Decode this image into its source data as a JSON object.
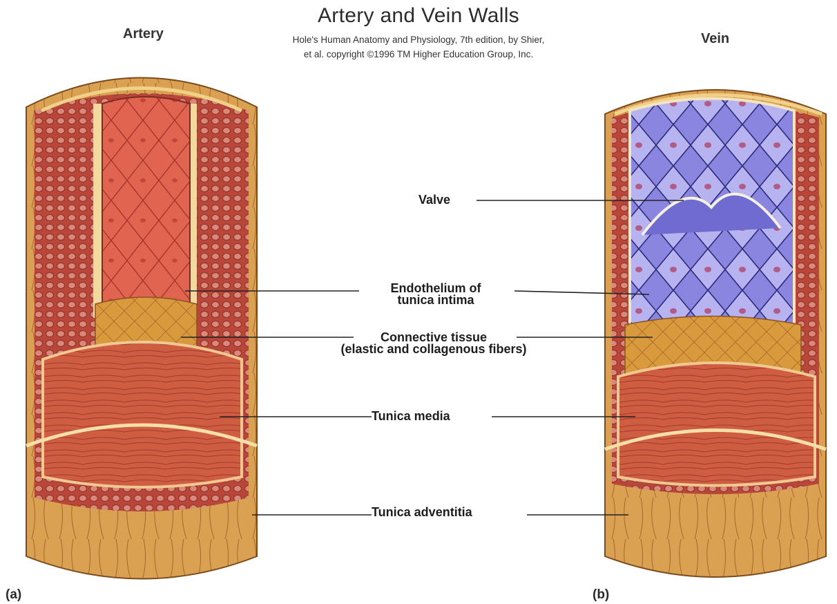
{
  "title": "Artery and Vein Walls",
  "citation": {
    "line1": "Hole's Human Anatomy and Physiology, 7th edition, by Shier,",
    "line2": "et al. copyright ©1996 TM Higher Education Group, Inc."
  },
  "headings": {
    "artery": "Artery",
    "vein": "Vein"
  },
  "labels": {
    "valve": "Valve",
    "endothelium_line1": "Endothelium of",
    "endothelium_line2": "tunica intima",
    "connective_line1": "Connective tissue",
    "connective_line2": "(elastic and collagenous fibers)",
    "tunica_media": "Tunica media",
    "tunica_adventitia": "Tunica adventitia"
  },
  "panels": {
    "a": "(a)",
    "b": "(b)"
  },
  "colors": {
    "adventitia": "#d9a24a",
    "media": "#c9553b",
    "artery_lumen": "#dd5a48",
    "vein_lumen": "#6e6bd0",
    "connective": "#d99a3e"
  }
}
